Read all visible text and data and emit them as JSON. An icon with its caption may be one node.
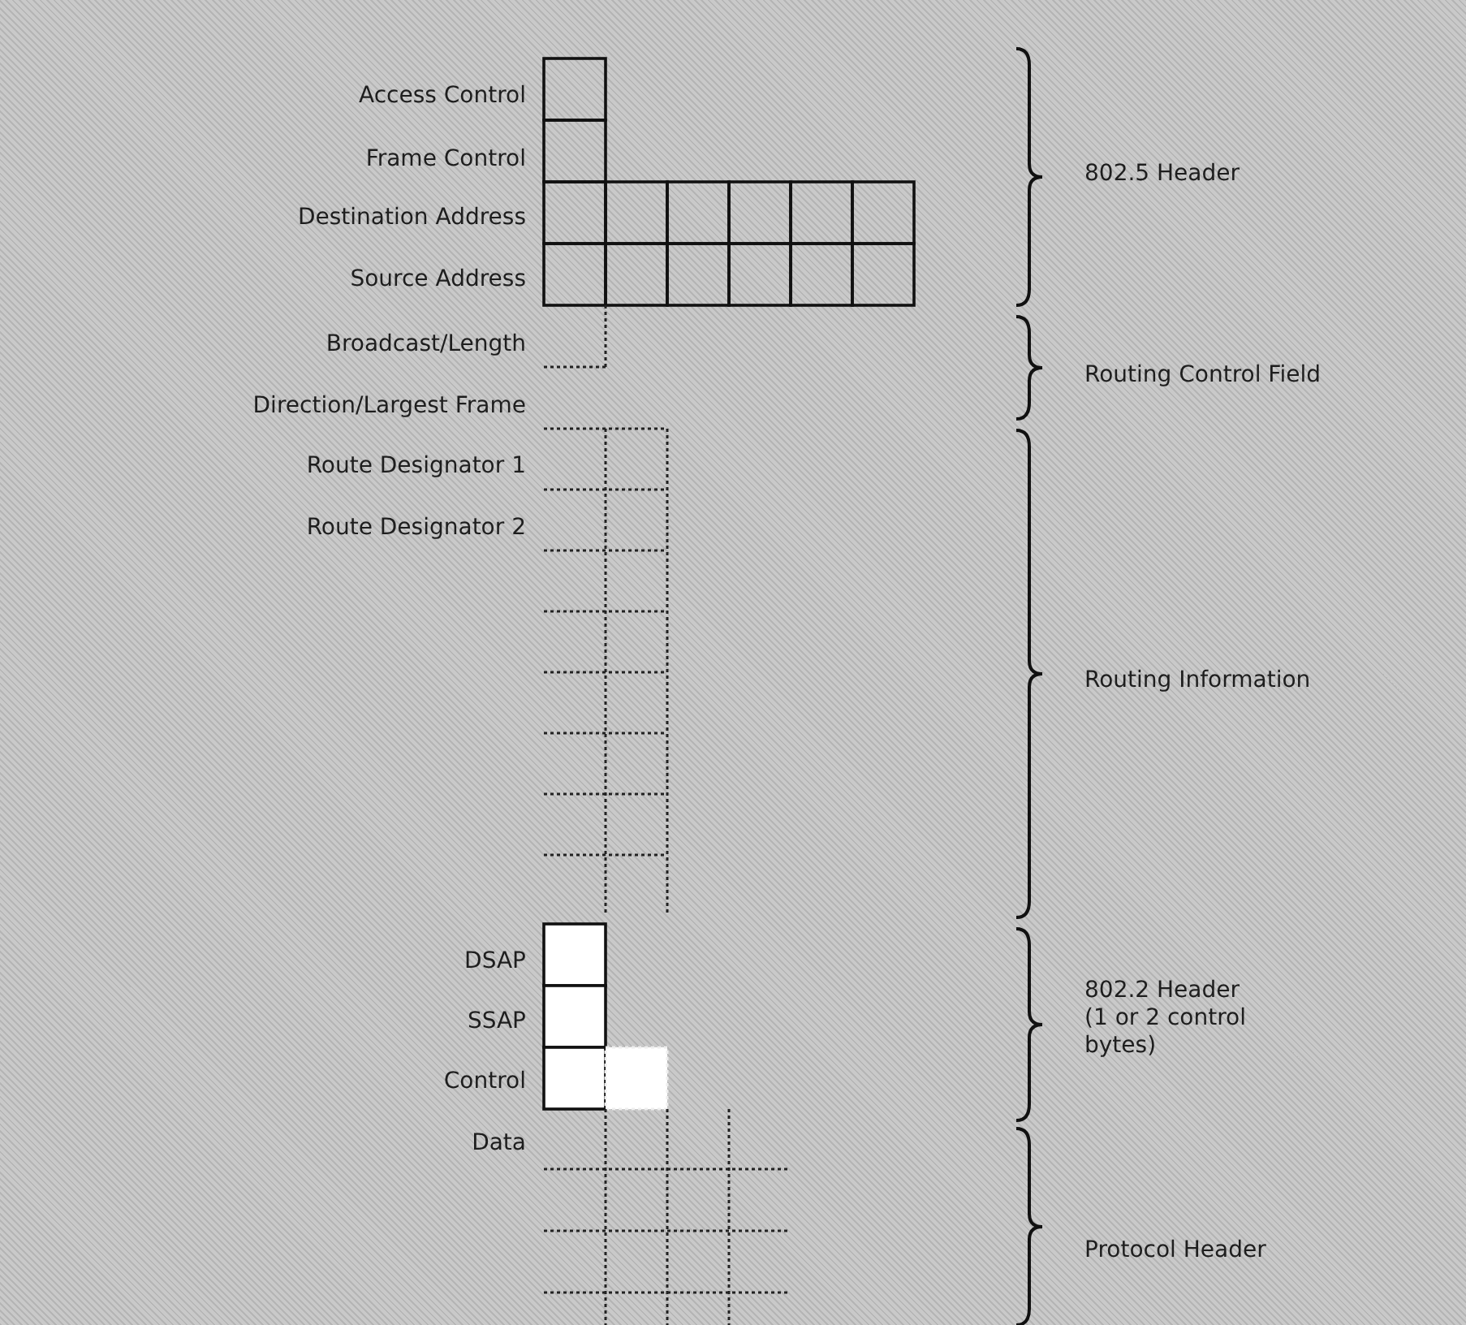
{
  "diagram": {
    "labels": [
      "Access Control",
      "Frame Control",
      "Destination Address",
      "Source Address",
      "Broadcast/Length",
      "Direction/Largest Frame",
      "Route Designator 1",
      "Route Designator 2",
      "DSAP",
      "SSAP",
      "Control",
      "Data",
      "802.5 Header",
      "Routing Control Field",
      "Routing Information",
      "802.2 Header (1 or 2 control bytes)",
      "Protocol Header"
    ]
  }
}
